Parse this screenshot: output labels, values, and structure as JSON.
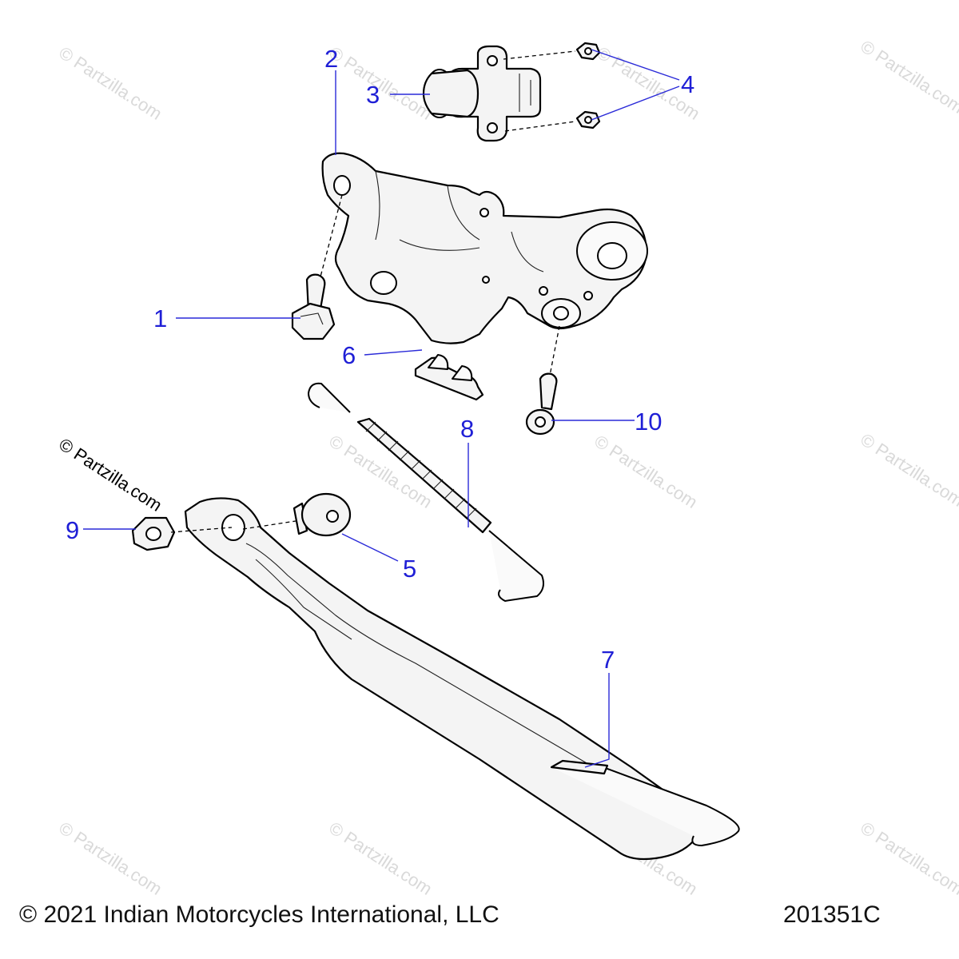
{
  "watermark": "© Partzilla.com",
  "callouts": [
    {
      "id": "c1",
      "label": "1"
    },
    {
      "id": "c2",
      "label": "2"
    },
    {
      "id": "c3",
      "label": "3"
    },
    {
      "id": "c4",
      "label": "4"
    },
    {
      "id": "c5",
      "label": "5"
    },
    {
      "id": "c6",
      "label": "6"
    },
    {
      "id": "c7",
      "label": "7"
    },
    {
      "id": "c8",
      "label": "8"
    },
    {
      "id": "c9",
      "label": "9"
    },
    {
      "id": "c10",
      "label": "10"
    }
  ],
  "footer": {
    "copyright": "© 2021 Indian Motorcycles International, LLC",
    "diagram_id": "201351C"
  },
  "colors": {
    "callout": "#1f1fd6",
    "line": "#000000",
    "part_fill": "#f4f4f4",
    "watermark": "#d9d9d9"
  }
}
